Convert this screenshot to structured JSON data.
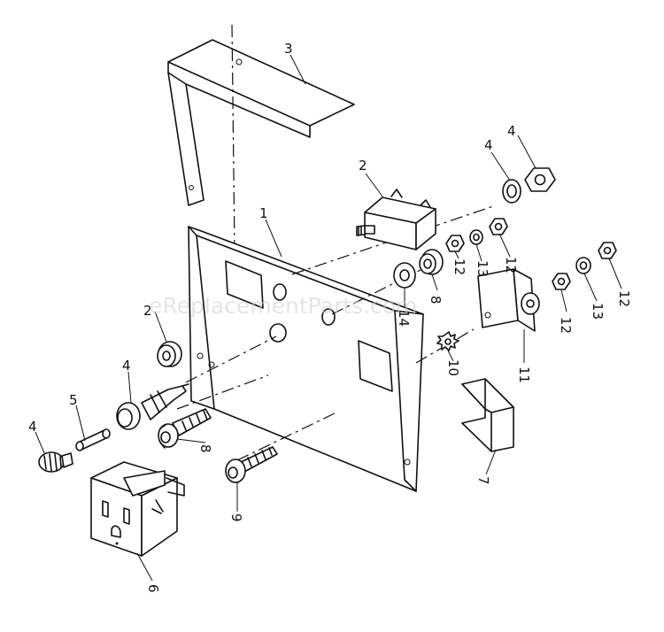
{
  "watermark": "eReplacementParts.com",
  "callouts": [
    {
      "id": "c3",
      "text": "3"
    },
    {
      "id": "c2a",
      "text": "2"
    },
    {
      "id": "c4a",
      "text": "4"
    },
    {
      "id": "c4b",
      "text": "4"
    },
    {
      "id": "c1",
      "text": "1"
    },
    {
      "id": "c12a",
      "text": "12"
    },
    {
      "id": "c13a",
      "text": "13"
    },
    {
      "id": "c12b",
      "text": "12"
    },
    {
      "id": "c8a",
      "text": "8"
    },
    {
      "id": "c14",
      "text": "14"
    },
    {
      "id": "c12c",
      "text": "12"
    },
    {
      "id": "c13b",
      "text": "13"
    },
    {
      "id": "c12d",
      "text": "12"
    },
    {
      "id": "c2b",
      "text": "2"
    },
    {
      "id": "c10",
      "text": "10"
    },
    {
      "id": "c11",
      "text": "11"
    },
    {
      "id": "c4c",
      "text": "4"
    },
    {
      "id": "c5",
      "text": "5"
    },
    {
      "id": "c4d",
      "text": "4"
    },
    {
      "id": "c8b",
      "text": "8"
    },
    {
      "id": "c7",
      "text": "7"
    },
    {
      "id": "c9",
      "text": "9"
    },
    {
      "id": "c6",
      "text": "6"
    }
  ]
}
